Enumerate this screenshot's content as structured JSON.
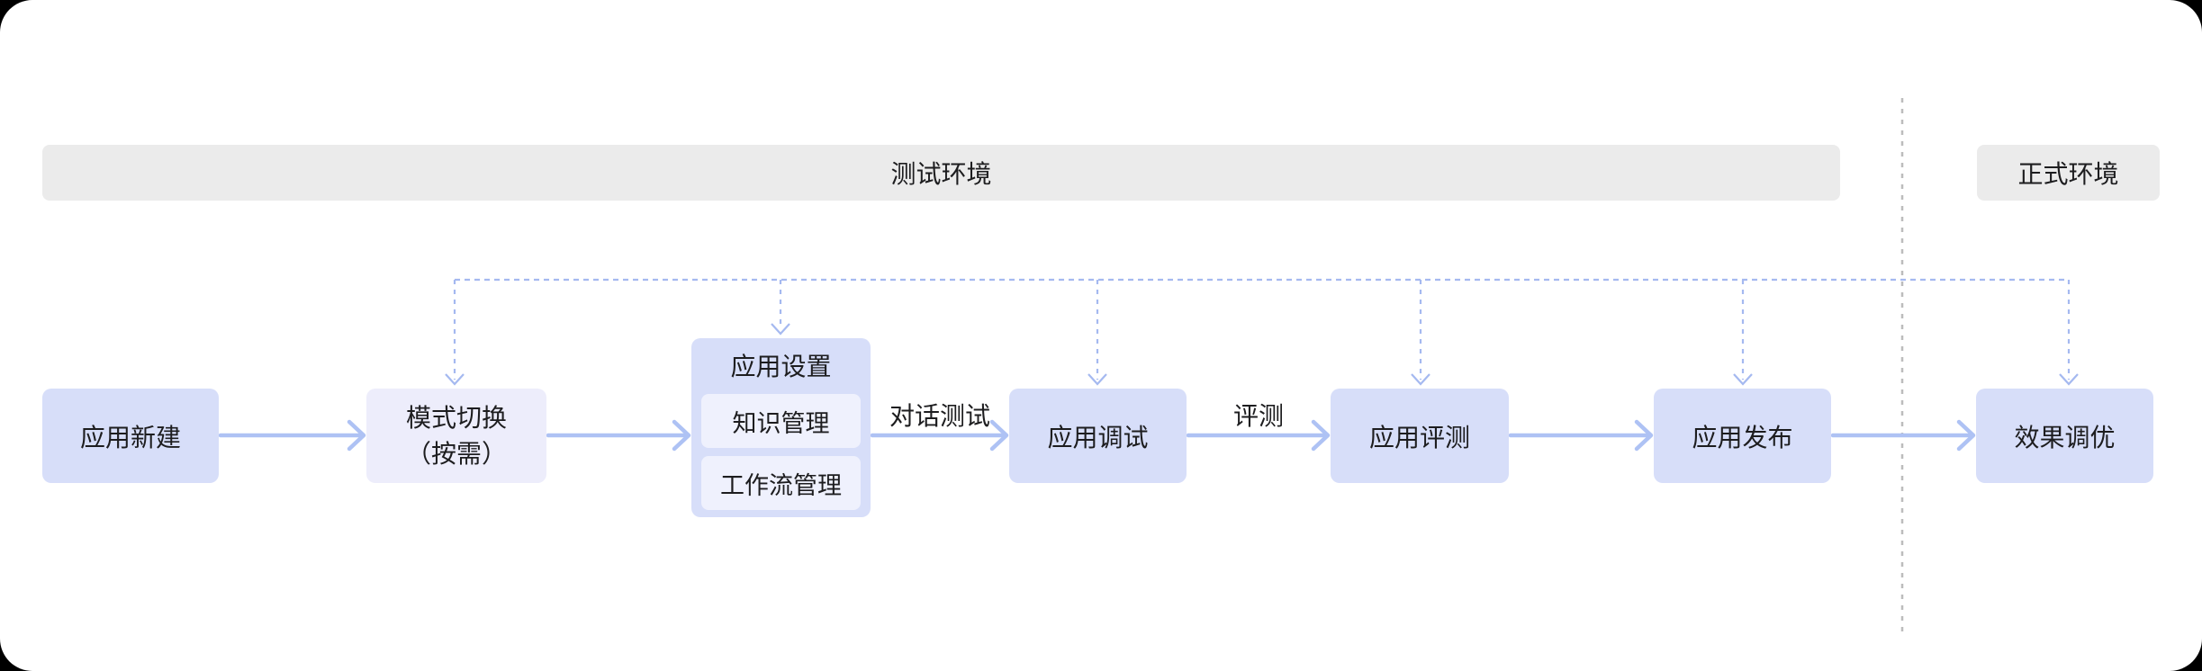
{
  "lanes": {
    "test_environment": "测试环境",
    "production_environment": "正式环境"
  },
  "nodes": {
    "app_create": "应用新建",
    "mode_switch": "模式切换\n（按需）",
    "app_settings_group": "应用设置",
    "knowledge_management": "知识管理",
    "workflow_management": "工作流管理",
    "app_debug": "应用调试",
    "app_evaluation": "应用评测",
    "app_publish": "应用发布",
    "effect_tuning": "效果调优"
  },
  "edge_labels": {
    "dialog_test": "对话测试",
    "evaluation": "评测"
  },
  "edges": [
    {
      "from": "app_create",
      "to": "mode_switch",
      "label": ""
    },
    {
      "from": "mode_switch",
      "to": "app_settings_group",
      "label": ""
    },
    {
      "from": "app_settings_group",
      "to": "app_debug",
      "label": "对话测试"
    },
    {
      "from": "app_debug",
      "to": "app_evaluation",
      "label": "评测"
    },
    {
      "from": "app_evaluation",
      "to": "app_publish",
      "label": ""
    },
    {
      "from": "app_publish",
      "to": "effect_tuning",
      "label": ""
    }
  ],
  "feedback_bus_targets": [
    "mode_switch",
    "app_settings_group",
    "app_debug",
    "app_evaluation",
    "app_publish",
    "effect_tuning"
  ],
  "colors": {
    "node_fill": "#d7def9",
    "node_fill_light": "#ededfb",
    "group_item_fill": "#eff1fd",
    "flow_arrow": "#aec2f4",
    "feedback_dotted": "#a5b9f0",
    "env_separator_gray": "#bcbcbc",
    "banner_bg": "#ebebeb",
    "text": "#1d1d1f",
    "page_bg": "#ffffff"
  }
}
